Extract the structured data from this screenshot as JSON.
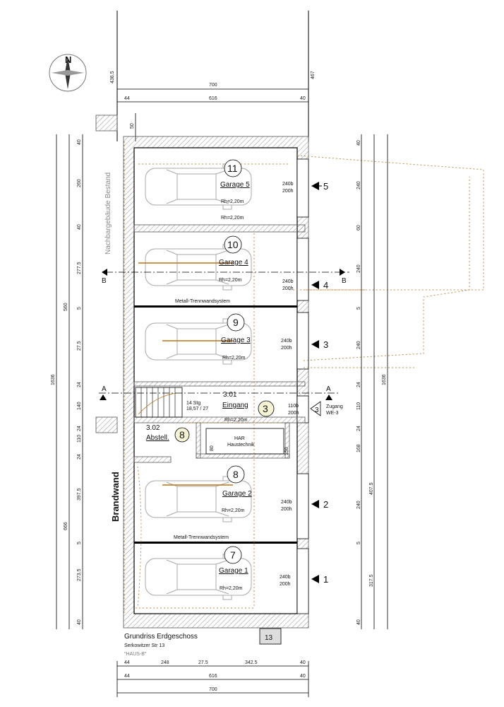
{
  "compass": {
    "letter": "N"
  },
  "top_dims": {
    "total": "700",
    "inner": "616",
    "wall_left": "44",
    "wall_right": "40",
    "left_offset": "436.5",
    "right_offset": "467",
    "top_small": "50"
  },
  "bottom_dims": {
    "a": "44",
    "b": "248",
    "c": "27.5",
    "d": "342.5",
    "e": "40",
    "inner": "616",
    "total": "700"
  },
  "left_dims": [
    "40",
    "260",
    "40",
    "277.5",
    "5",
    "27.5",
    "24",
    "140",
    "24",
    "110",
    "24",
    "397.5",
    "5",
    "273.5",
    "40"
  ],
  "left_totals": {
    "upper": "560",
    "lower": "666",
    "overall": "1636"
  },
  "right_dims": [
    "40",
    "240",
    "60",
    "240",
    "5",
    "240",
    "24",
    "110",
    "24",
    "168",
    "407.5",
    "240",
    "5",
    "317.5",
    "40"
  ],
  "right_total": "1636",
  "neighbor_label": "Nachbargebäude Bestand",
  "firewall_label": "Brandwand",
  "sections": {
    "b_left": "B",
    "b_right": "B",
    "a_left": "A",
    "a_right": "A"
  },
  "rooms": [
    {
      "id": "11",
      "name": "Garage 5",
      "rh1": "Rh=2,20m",
      "rh2": "Rh=2,20m",
      "door": "240b",
      "door2": "200h",
      "arrow": "5"
    },
    {
      "id": "10",
      "name": "Garage 4",
      "rh1": "Rh=2,20m",
      "door": "240b",
      "door2": "200h",
      "arrow": "4",
      "partition": "Metall-Trennwandsystem"
    },
    {
      "id": "9",
      "name": "Garage 3",
      "rh1": "Rh=2,20m",
      "door": "240b",
      "door2": "200h",
      "arrow": "3"
    },
    {
      "id": "8",
      "name": "Garage 2",
      "rh1": "Rh=2,20m",
      "door": "240b",
      "door2": "200h",
      "arrow": "2",
      "partition": "Metall-Trennwandsystem"
    },
    {
      "id": "7",
      "name": "Garage 1",
      "rh1": "Rh=2,20m",
      "door": "240b",
      "door2": "200h",
      "arrow": "1"
    }
  ],
  "entrance": {
    "code": "3.01",
    "name": "Eingang",
    "badge": "3",
    "door": "110b",
    "door2": "200h",
    "rh": "Rh=2,20m",
    "stairs": "14 Stg",
    "stairs2": "18,57 / 27",
    "access": "Zugang",
    "access2": "WE-3",
    "access_badge": "3"
  },
  "storage": {
    "code": "3.02",
    "name": "Abstell.",
    "badge": "8"
  },
  "har": {
    "name": "HAR",
    "sub": "Haustechnik",
    "w": "80",
    "h": "150"
  },
  "footer": {
    "title": "Grundriss Erdgeschoss",
    "address": "Serkowitzer Str 13",
    "house": "\"HAUS-B\"",
    "page": "13"
  }
}
